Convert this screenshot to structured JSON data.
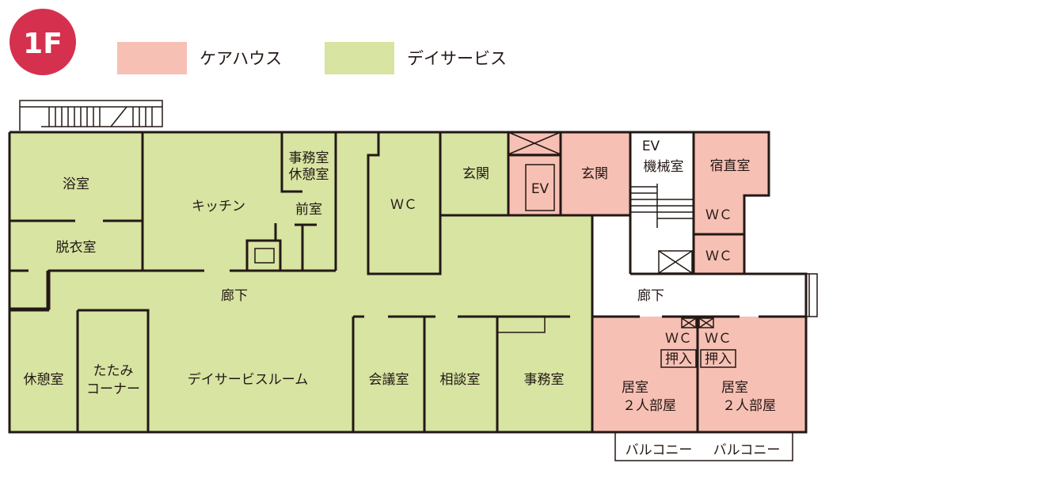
{
  "floor_badge": "1F",
  "colors": {
    "badge": "#d6304f",
    "care_house": "#f7c0b4",
    "day_service": "#d7e4a2",
    "common": "#ffffff",
    "line": "#231815"
  },
  "legend": [
    {
      "label": "ケアハウス",
      "color": "#f7c0b4"
    },
    {
      "label": "デイサービス",
      "color": "#d7e4a2"
    }
  ],
  "rooms": {
    "bath": "浴室",
    "dressing": "脱衣室",
    "kitchen": "キッチン",
    "office_rest_1": "事務室",
    "office_rest_2": "休憩室",
    "anteroom": "前室",
    "wc_day": "ＷＣ",
    "entrance_day": "玄関",
    "ev": "EV",
    "entrance_care": "玄関",
    "ev_machine_1": "EV",
    "ev_machine_2": "機械室",
    "night_duty": "宿直室",
    "wc_care_1": "ＷＣ",
    "wc_care_2": "ＷＣ",
    "corridor_day": "廊下",
    "corridor_care": "廊下",
    "rest_room": "休憩室",
    "tatami_1": "たたみ",
    "tatami_2": "コーナー",
    "day_service_room": "デイサービスルーム",
    "meeting": "会議室",
    "consult": "相談室",
    "office": "事務室",
    "wc_res_1": "ＷＣ",
    "wc_res_2": "ＷＣ",
    "closet_1": "押入",
    "closet_2": "押入",
    "res_a_1": "居室",
    "res_a_2": "２人部屋",
    "res_b_1": "居室",
    "res_b_2": "２人部屋",
    "balcony_1": "バルコニー",
    "balcony_2": "バルコニー"
  }
}
